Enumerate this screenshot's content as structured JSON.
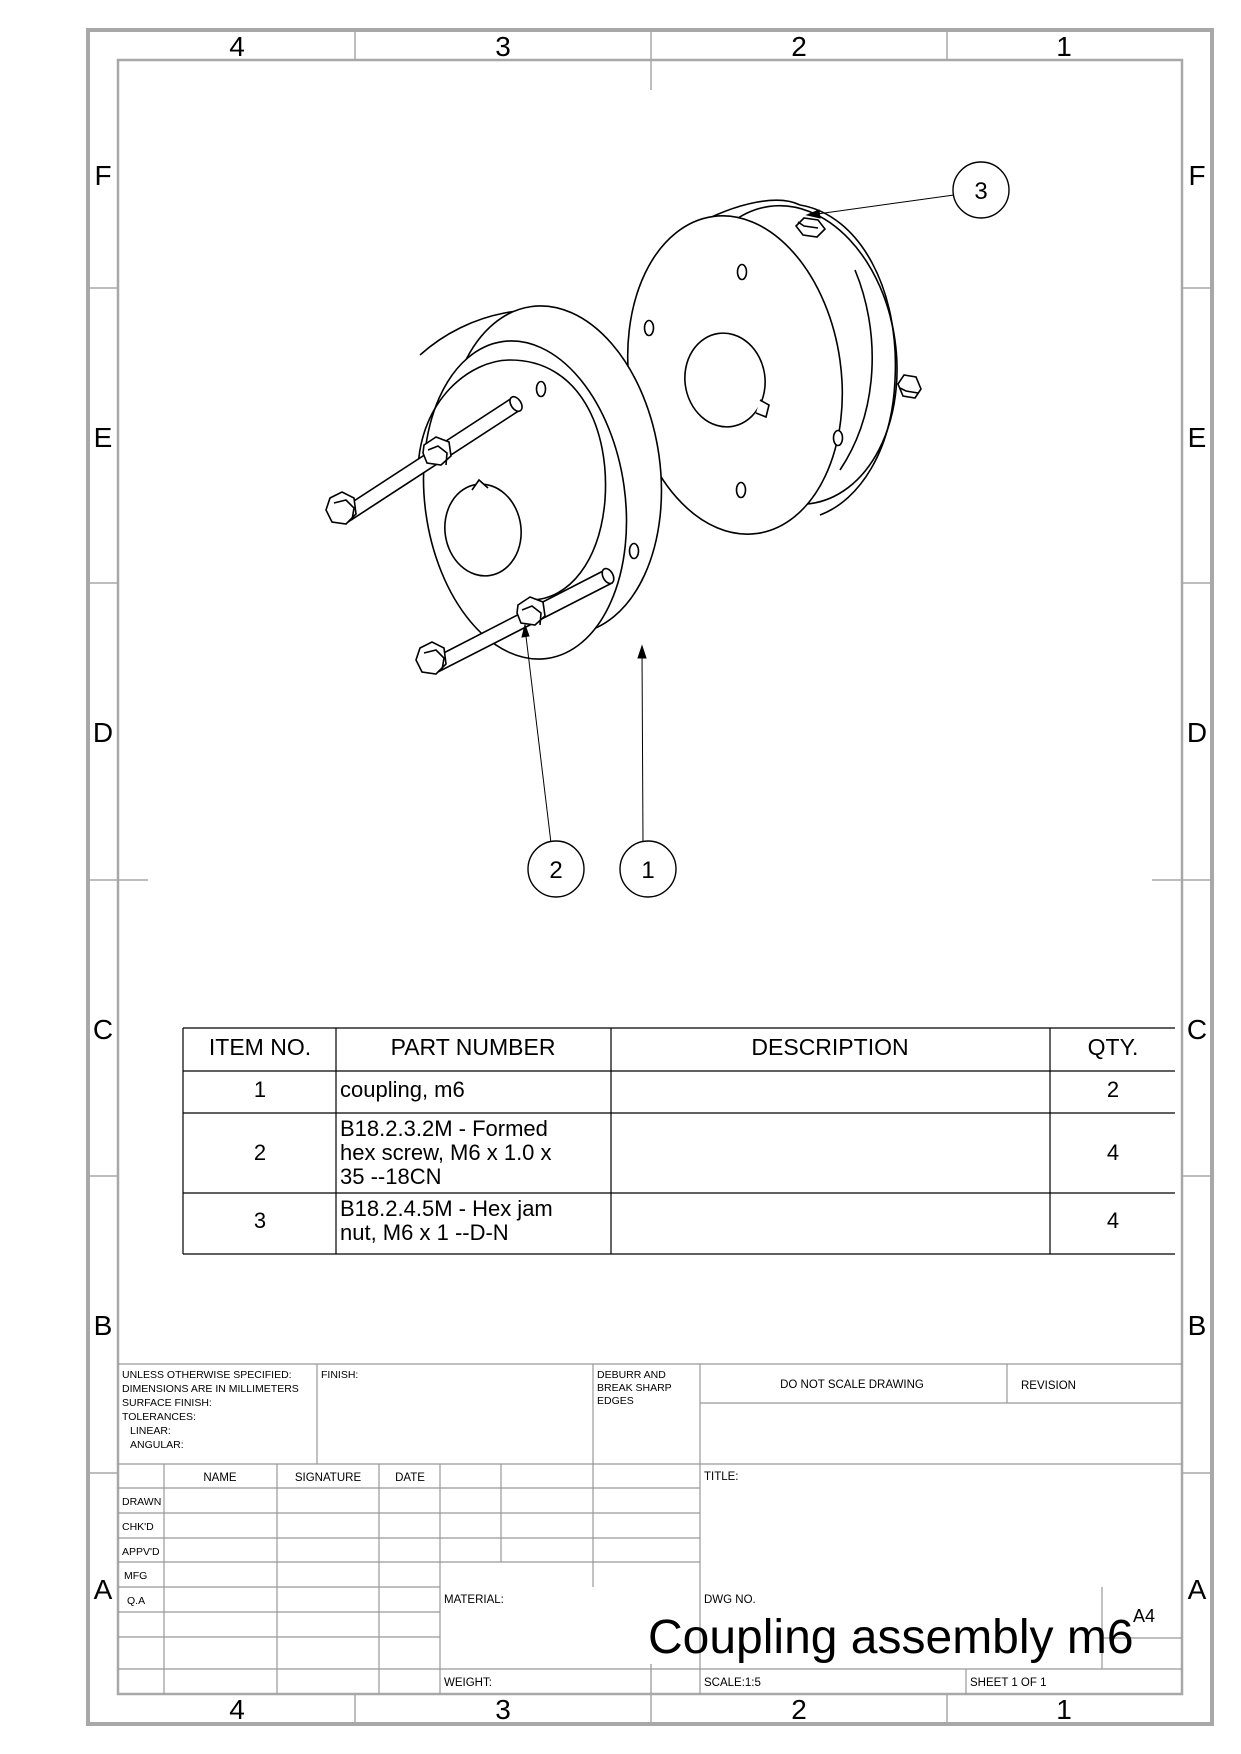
{
  "zones": {
    "columns": [
      "4",
      "3",
      "2",
      "1"
    ],
    "rows": [
      "F",
      "E",
      "D",
      "C",
      "B",
      "A"
    ]
  },
  "balloons": [
    {
      "item": "1"
    },
    {
      "item": "2"
    },
    {
      "item": "3"
    }
  ],
  "bom": {
    "headers": [
      "ITEM NO.",
      "PART NUMBER",
      "DESCRIPTION",
      "QTY."
    ],
    "rows": [
      {
        "item": "1",
        "part_lines": [
          "coupling, m6"
        ],
        "description": "",
        "qty": "2"
      },
      {
        "item": "2",
        "part_lines": [
          "B18.2.3.2M - Formed",
          "hex screw, M6 x 1.0 x",
          "35 --18CN"
        ],
        "description": "",
        "qty": "4"
      },
      {
        "item": "3",
        "part_lines": [
          "B18.2.4.5M - Hex jam",
          "nut,  M6 x 1 --D-N"
        ],
        "description": "",
        "qty": "4"
      }
    ]
  },
  "title_block": {
    "unless_lines": [
      "UNLESS OTHERWISE SPECIFIED:",
      "DIMENSIONS ARE IN MILLIMETERS",
      "SURFACE FINISH:",
      "TOLERANCES:",
      "   LINEAR:",
      "   ANGULAR:"
    ],
    "finish": "FINISH:",
    "deburr_lines": [
      "DEBURR AND",
      "BREAK SHARP",
      "EDGES"
    ],
    "do_not_scale": "DO NOT SCALE DRAWING",
    "revision": "REVISION",
    "col_headers": [
      "NAME",
      "SIGNATURE",
      "DATE"
    ],
    "row_labels": [
      "DRAWN",
      "CHK'D",
      "APPV'D",
      "MFG",
      "Q.A"
    ],
    "title_label": "TITLE:",
    "material": "MATERIAL:",
    "weight": "WEIGHT:",
    "dwg_no": "DWG NO.",
    "drawing_title": "Coupling assembly m6",
    "sheet_size": "A4",
    "scale": "SCALE:1:5",
    "sheet": "SHEET 1 OF 1"
  }
}
